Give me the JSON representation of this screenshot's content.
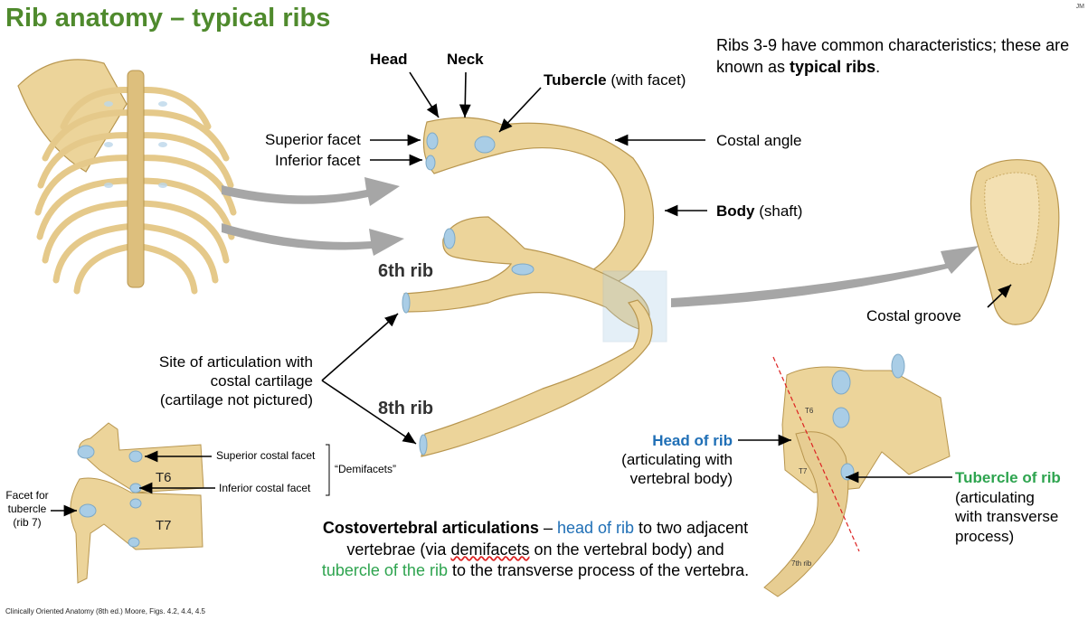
{
  "title": "Rib anatomy – typical ribs",
  "author_mark": "JM",
  "intro": {
    "text_before": "Ribs 3-9 have common characteristics; these are known as ",
    "bold": "typical ribs",
    "text_after": "."
  },
  "labels": {
    "head": "Head",
    "neck": "Neck",
    "tubercle_bold": "Tubercle",
    "tubercle_rest": " (with facet)",
    "superior_facet": "Superior facet",
    "inferior_facet": "Inferior facet",
    "costal_angle": "Costal angle",
    "body_bold": "Body",
    "body_rest": " (shaft)",
    "rib6": "6th rib",
    "rib8": "8th rib",
    "costal_groove": "Costal groove",
    "site_line1": "Site of articulation with",
    "site_line2": "costal cartilage",
    "site_line3": "(cartilage not pictured)"
  },
  "vertebra_labels": {
    "superior_costal_facet": "Superior costal facet",
    "inferior_costal_facet": "Inferior costal facet",
    "demifacets": "“Demifacets”",
    "facet_for_tubercle_1": "Facet for",
    "facet_for_tubercle_2": "tubercle",
    "facet_for_tubercle_3": "(rib 7)",
    "t6": "T6",
    "t7": "T7"
  },
  "right_figure": {
    "head_of_rib": "Head of rib",
    "head_desc_1": "(articulating with",
    "head_desc_2": "vertebral body)",
    "tubercle_of_rib": "Tubercle of rib",
    "tub_desc_1": "(articulating",
    "tub_desc_2": "with transverse",
    "tub_desc_3": "process)",
    "t6": "T6",
    "t7": "T7",
    "rib7": "7th rib"
  },
  "paragraph": {
    "bold": "Costovertebral articulations",
    "dash": " – ",
    "head_of_rib": "head of rib",
    "t1": " to two adjacent vertebrae (via ",
    "demifacets": "demifacets",
    "t2": " on the vertebral body) and ",
    "tubercle": "tubercle of the rib",
    "t3": " to the transverse process of the vertebra."
  },
  "credit": "Clinically Oriented Anatomy (8th ed.) Moore, Figs. 4.2, 4.4, 4.5",
  "colors": {
    "title": "#4f8a2d",
    "bone": "#ecd49a",
    "bone_edge": "#b8964f",
    "facet": "#a9cde6",
    "head_of_rib": "#1f6fb6",
    "tubercle_of_rib": "#2ea44f"
  }
}
